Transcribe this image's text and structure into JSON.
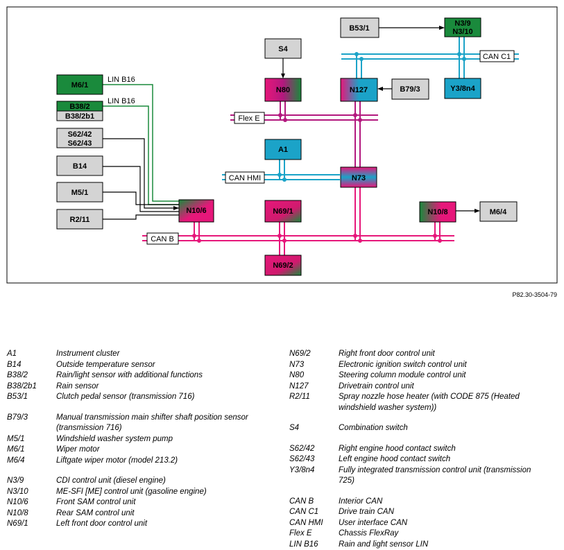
{
  "diagram": {
    "components": {
      "M6_1": "M6/1",
      "B38_2": "B38/2",
      "B38_2b1": "B38/2b1",
      "S62_42": "S62/42",
      "S62_43": "S62/43",
      "B14": "B14",
      "M5_1": "M5/1",
      "R2_11": "R2/11",
      "N10_6": "N10/6",
      "S4": "S4",
      "N80": "N80",
      "A1": "A1",
      "N69_1": "N69/1",
      "N69_2": "N69/2",
      "B53_1": "B53/1",
      "N3_9": "N3/9",
      "N3_10": "N3/10",
      "N127": "N127",
      "B79_3": "B79/3",
      "Y3_8n4": "Y3/8n4",
      "N73": "N73",
      "N10_8": "N10/8",
      "M6_4": "M6/4"
    },
    "bus_labels": {
      "lin1": "LIN B16",
      "lin2": "LIN B16",
      "can_c1": "CAN C1",
      "flex_e": "Flex E",
      "can_hmi": "CAN HMI",
      "can_b": "CAN B"
    },
    "colors": {
      "green": "#1a8a3c",
      "magenta": "#e6177a",
      "cyan": "#1ba3c8",
      "purple": "#b3187e",
      "grey_box": "#d4d4d4"
    }
  },
  "doc_id": "P82.30-3504-79",
  "legend_left": [
    {
      "code": "A1",
      "desc": "Instrument cluster"
    },
    {
      "code": "B14",
      "desc": "Outside temperature sensor"
    },
    {
      "code": "B38/2",
      "desc": "Rain/light sensor with additional functions"
    },
    {
      "code": "B38/2b1",
      "desc": "Rain sensor"
    },
    {
      "code": "B53/1",
      "desc": "Clutch pedal sensor (transmission 716)"
    },
    {
      "code": "B79/3",
      "desc": "Manual transmission main shifter shaft position sensor (transmission 716)",
      "gap": true
    },
    {
      "code": "M5/1",
      "desc": "Windshield washer system pump"
    },
    {
      "code": "M6/1",
      "desc": "Wiper motor"
    },
    {
      "code": "M6/4",
      "desc": "Liftgate wiper motor (model 213.2)"
    },
    {
      "code": "N3/9",
      "desc": "CDI control unit (diesel engine)",
      "gap": true
    },
    {
      "code": "N3/10",
      "desc": "ME-SFI [ME] control unit (gasoline engine)"
    },
    {
      "code": "N10/6",
      "desc": "Front SAM control unit"
    },
    {
      "code": "N10/8",
      "desc": "Rear SAM control unit"
    },
    {
      "code": "N69/1",
      "desc": "Left front door control unit"
    }
  ],
  "legend_right": [
    {
      "code": "N69/2",
      "desc": "Right front door control unit"
    },
    {
      "code": "N73",
      "desc": "Electronic ignition switch control unit"
    },
    {
      "code": "N80",
      "desc": "Steering column module control unit"
    },
    {
      "code": "N127",
      "desc": "Drivetrain control unit"
    },
    {
      "code": "R2/11",
      "desc": "Spray nozzle hose heater (with CODE 875 (Heated windshield washer system))"
    },
    {
      "code": "S4",
      "desc": "Combination switch",
      "gap": true
    },
    {
      "code": "S62/42",
      "desc": "Right engine hood contact switch",
      "gap": true
    },
    {
      "code": "S62/43",
      "desc": "Left engine hood contact switch"
    },
    {
      "code": "Y3/8n4",
      "desc": "Fully integrated transmission control unit (transmission 725)"
    },
    {
      "code": "CAN B",
      "desc": "Interior CAN",
      "gap": true
    },
    {
      "code": "CAN C1",
      "desc": "Drive train CAN"
    },
    {
      "code": "CAN HMI",
      "desc": "User interface CAN"
    },
    {
      "code": "Flex E",
      "desc": "Chassis FlexRay"
    },
    {
      "code": "LIN B16",
      "desc": "Rain and light sensor LIN"
    }
  ]
}
